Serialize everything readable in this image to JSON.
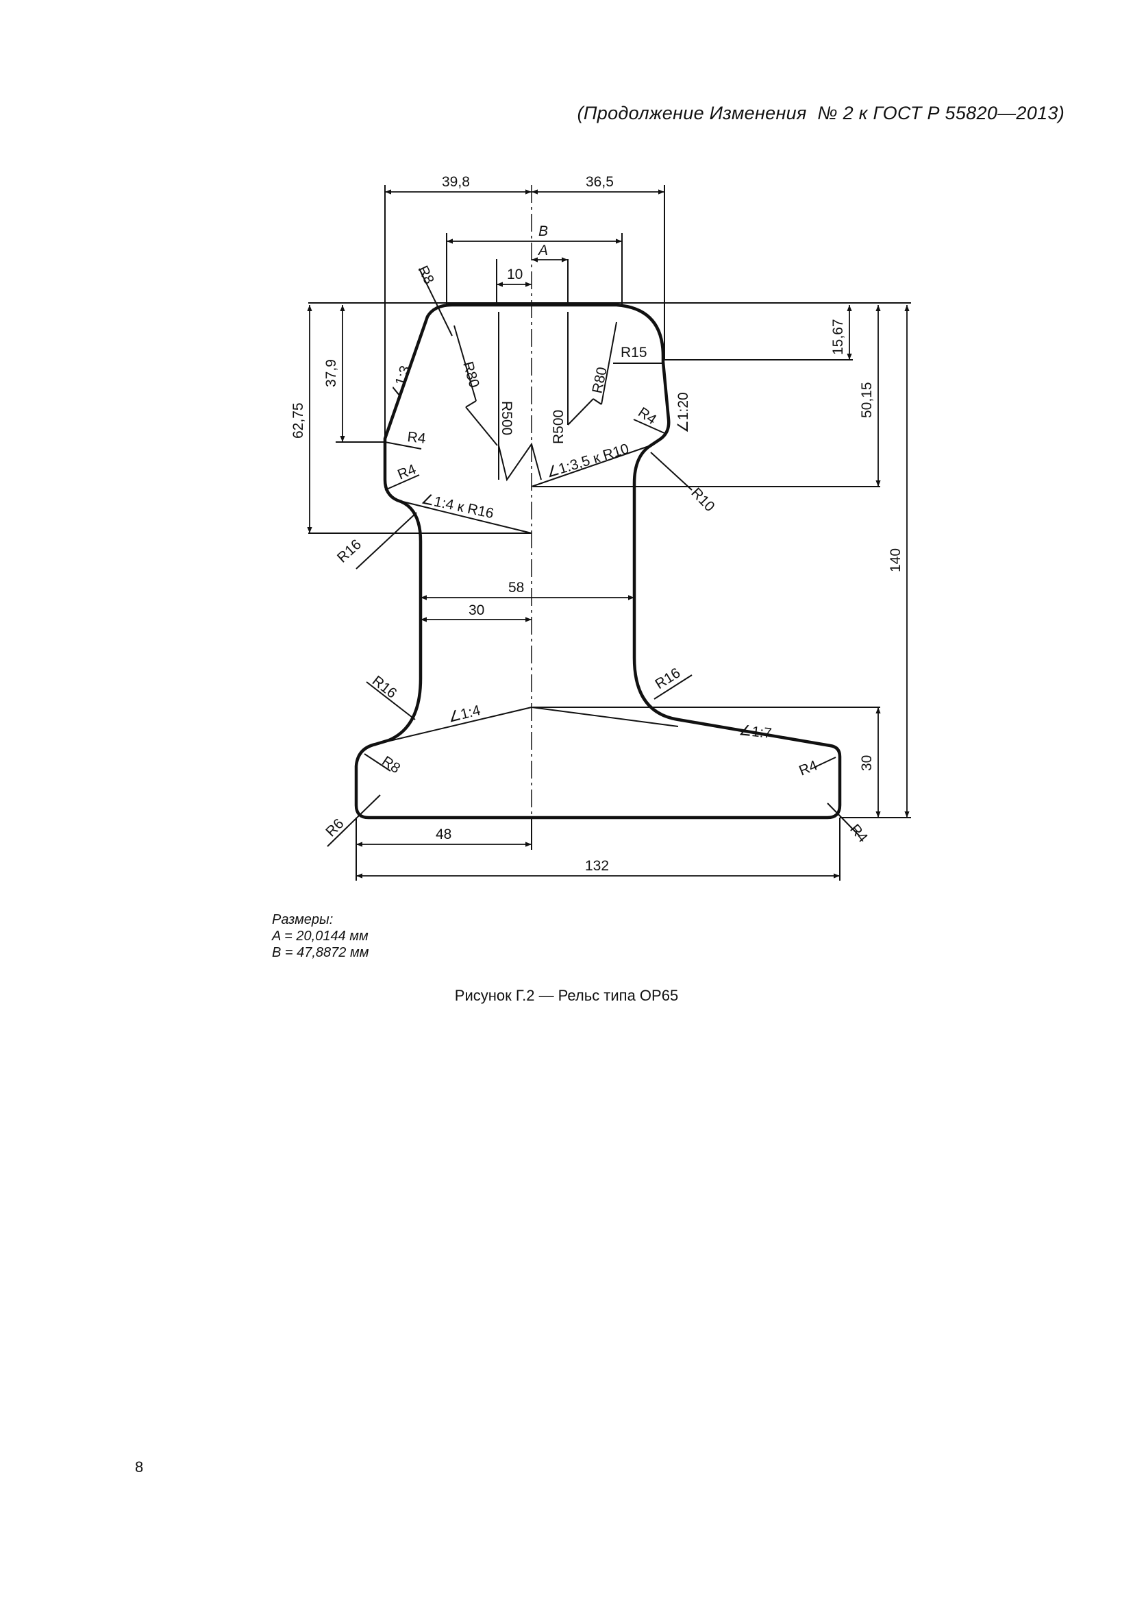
{
  "header": {
    "text": "(Продолжение Изменения  № 2 к ГОСТ Р 55820—2013)"
  },
  "drawing": {
    "dim_39_8": "39,8",
    "dim_36_5": "36,5",
    "dim_B": "B",
    "dim_A": "A",
    "dim_10": "10",
    "dim_62_75": "62,75",
    "dim_37_9": "37,9",
    "dim_15_67": "15,67",
    "dim_50_15": "50,15",
    "dim_140": "140",
    "dim_58": "58",
    "dim_30_web": "30",
    "dim_30_base": "30",
    "dim_48": "48",
    "dim_132": "132",
    "r8_head": "R8",
    "r80_left": "R80",
    "r500_left": "R500",
    "r500_right": "R500",
    "r80_right": "R80",
    "r15": "R15",
    "slope_1_3": "∠1:3",
    "slope_1_20": "∠1:20",
    "r4_head_right": "R4",
    "slope_1_3_5": "∠1:3,5 к R10",
    "r10": "R10",
    "r4_left_top": "R4",
    "r4_left_bottom": "R4",
    "slope_1_4_r16": "∠1:4 к R16",
    "r16_left_top": "R16",
    "r16_left_bottom": "R16",
    "r16_right": "R16",
    "slope_1_4": "∠1:4",
    "slope_1_7": "∠1:7",
    "r8_base": "R8",
    "r4_base_right": "R4",
    "r6": "R6",
    "r4_base_corner": "R4"
  },
  "notes": {
    "title": "Размеры:",
    "line_a": "A = 20,0144 мм",
    "line_b": "B = 47,8872 мм"
  },
  "caption": "Рисунок Г.2 — Рельс типа ОР65",
  "page_number": "8"
}
